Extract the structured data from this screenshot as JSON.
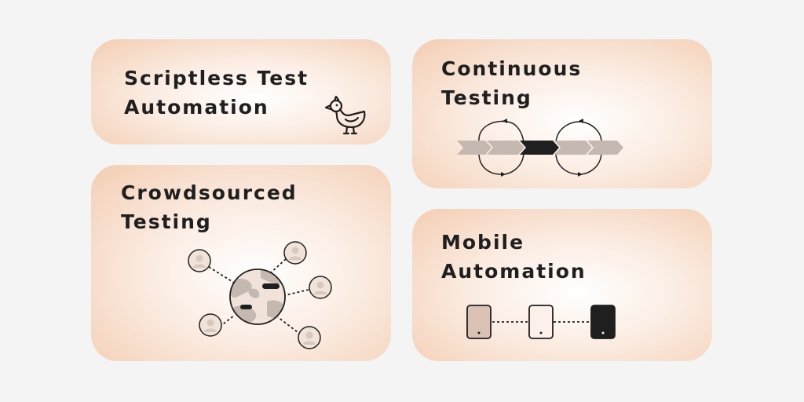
{
  "cards": {
    "scriptless": {
      "line1": "Scriptless Test",
      "line2": "Automation",
      "icon": "duck-icon"
    },
    "continuous": {
      "line1": "Continuous",
      "line2": "Testing",
      "icon": "pipeline-cycle-icon"
    },
    "crowdsourced": {
      "line1": "Crowdsourced",
      "line2": "Testing",
      "icon": "globe-network-icon"
    },
    "mobile": {
      "line1": "Mobile",
      "line2": "Automation",
      "icon": "connected-phones-icon"
    }
  },
  "colors": {
    "background": "#f4f4f4",
    "card_edge": "#f3cdb2",
    "ink": "#1f1f1f",
    "chevron_light": "#c5b8b0",
    "chevron_dark": "#1f1f1f",
    "phone_fill": "#d9c1b4"
  }
}
